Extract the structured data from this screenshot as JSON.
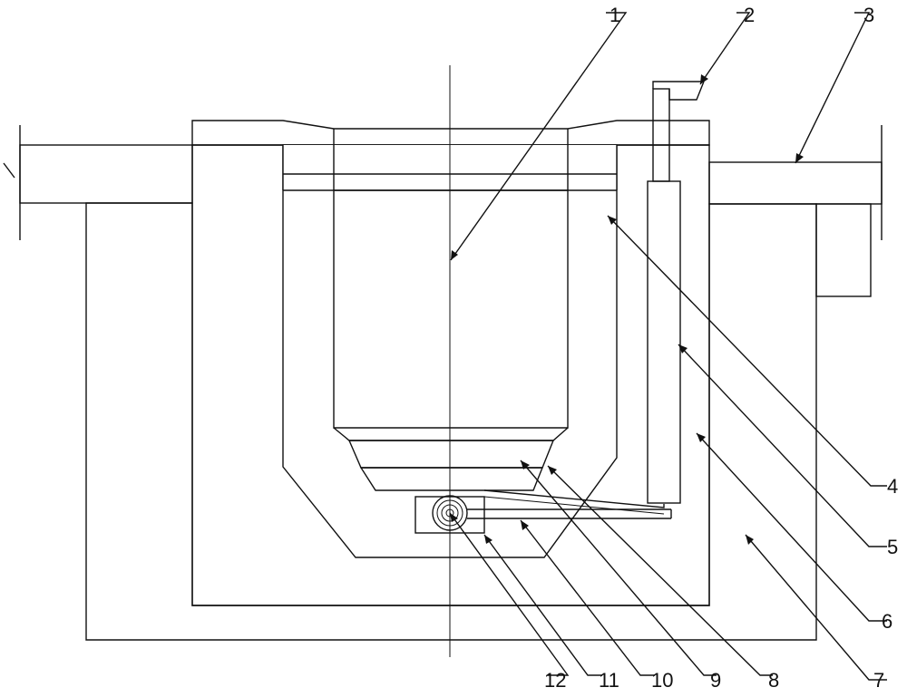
{
  "labels": [
    {
      "id": "1",
      "text": "1"
    },
    {
      "id": "2",
      "text": "2"
    },
    {
      "id": "3",
      "text": "3"
    },
    {
      "id": "4",
      "text": "4"
    },
    {
      "id": "5",
      "text": "5"
    },
    {
      "id": "6",
      "text": "6"
    },
    {
      "id": "7",
      "text": "7"
    },
    {
      "id": "8",
      "text": "8"
    },
    {
      "id": "9",
      "text": "9"
    },
    {
      "id": "10",
      "text": "10"
    },
    {
      "id": "11",
      "text": "11"
    },
    {
      "id": "12",
      "text": "12"
    }
  ],
  "colors": {
    "line": "#111111",
    "background": "#ffffff"
  }
}
